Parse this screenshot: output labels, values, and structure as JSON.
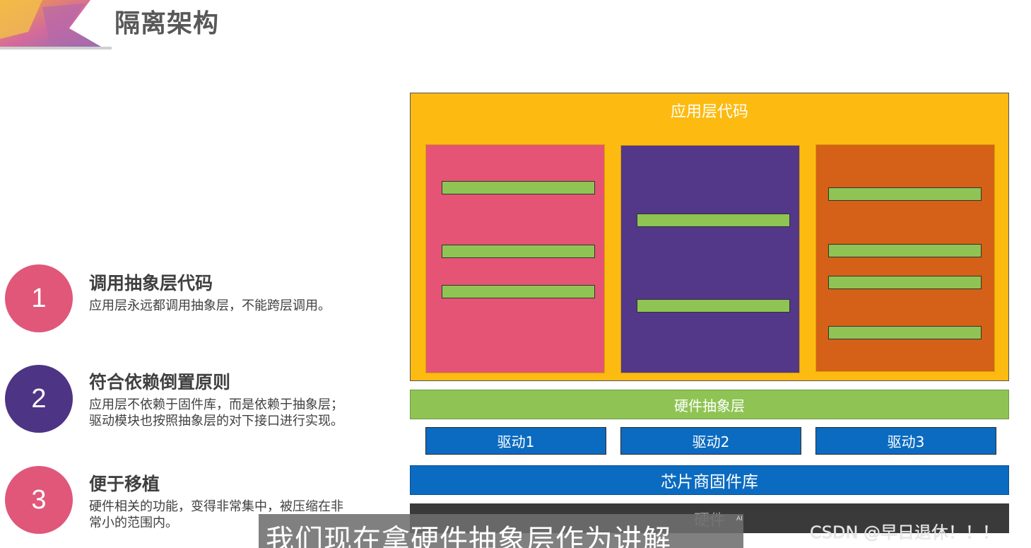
{
  "header": {
    "title": "隔离架构"
  },
  "points": [
    {
      "number": "1",
      "title": "调用抽象层代码",
      "desc": "应用层永远都调用抽象层，不能跨层调用。"
    },
    {
      "number": "2",
      "title": "符合依赖倒置原则",
      "desc": "应用层不依赖于固件库，而是依赖于抽象层；驱动模块也按照抽象层的对下接口进行实现。"
    },
    {
      "number": "3",
      "title": "便于移植",
      "desc": "硬件相关的功能，变得非常集中，被压缩在非常小的范围内。"
    }
  ],
  "diagram": {
    "app_layer": "应用层代码",
    "hal": "硬件抽象层",
    "drivers": [
      "驱动1",
      "驱动2",
      "驱动3"
    ],
    "vendor_lib": "芯片商固件库",
    "hardware": "硬件"
  },
  "overlay": {
    "subtitle": "我们现在拿硬件抽象层作为讲解",
    "ai_mark": "AI",
    "watermark": "CSDN @早日退休！！！"
  },
  "colors": {
    "point_1": "#e0577a",
    "point_2": "#4e3484",
    "point_3": "#e0577a",
    "app_layer": "#fdbb12",
    "module_pink": "#e55474",
    "module_purple": "#533788",
    "module_orange": "#d46117",
    "bar_green": "#8fc455",
    "driver_blue": "#0b6bc0",
    "hardware": "#3a3a3a"
  }
}
